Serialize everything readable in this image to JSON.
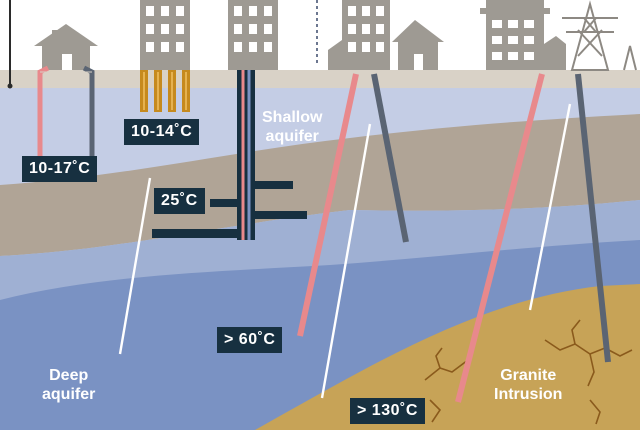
{
  "layers": {
    "shallow_aquifer": {
      "line1": "Shallow",
      "line2": "aquifer"
    },
    "deep_aquifer": {
      "line1": "Deep",
      "line2": "aquifer"
    },
    "granite_intrusion": {
      "line1": "Granite",
      "line2": "Intrusion"
    }
  },
  "temperatures": {
    "open_loop": "10-17˚C",
    "closed_loop": "10-14˚C",
    "storage": "25˚C",
    "deep": "> 60˚C",
    "granite": "> 130˚C"
  },
  "colors": {
    "sky": "#ffffff",
    "ground_surface": "#d9d2c7",
    "shallow_aquifer": "#c4cde5",
    "clay_layer": "#b0a496",
    "mid_aquifer": "#9fb0d3",
    "deep_aquifer": "#7a92c3",
    "granite": "#c7a357",
    "hot_pipe": "#e8898c",
    "cold_pipe": "#5a6473",
    "label_bg": "#173040",
    "buildings": "#9e9a93"
  },
  "icons": [
    "house-icon",
    "apartment-building-icon",
    "factory-icon",
    "power-pylon-icon"
  ]
}
